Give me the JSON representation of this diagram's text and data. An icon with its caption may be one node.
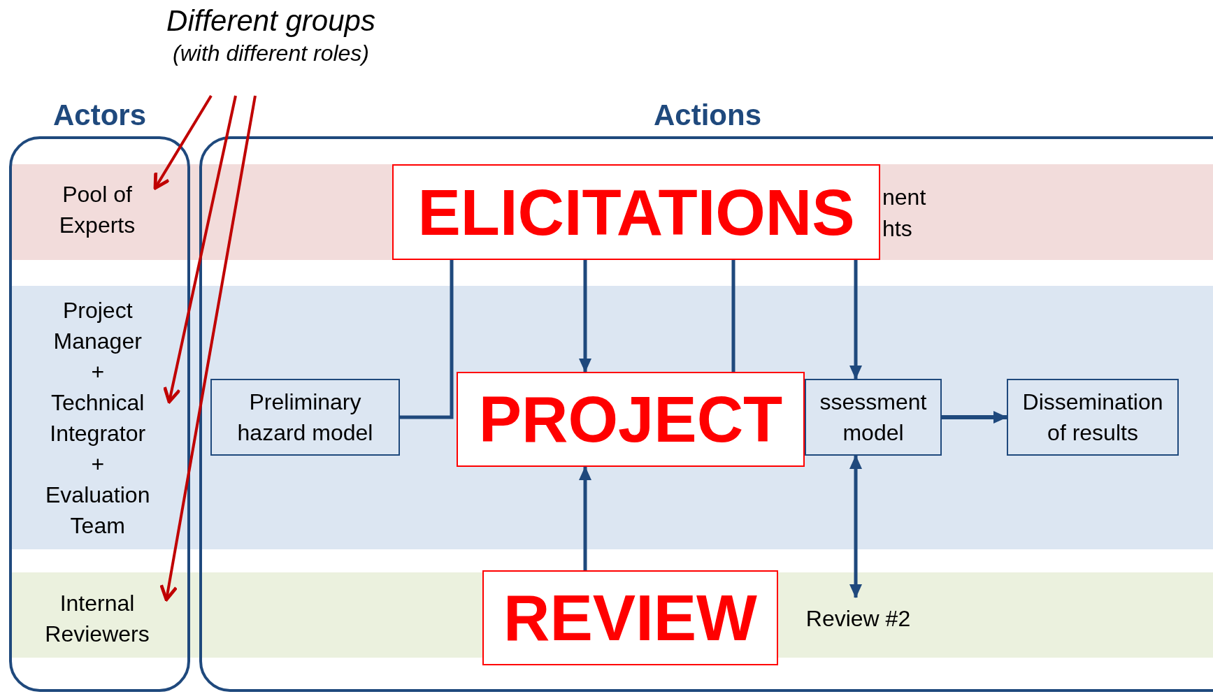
{
  "diagram": {
    "nodes": [
      {
        "text": [
          "Different groups",
          "(with different roles)"
        ]
      },
      {
        "text": [
          "Actors"
        ]
      },
      {
        "text": [
          "Pool of Experts"
        ],
        "in": 1
      },
      {
        "text": [
          "Project Manager + Technical Integrator + Evaluation Team"
        ],
        "in": 1
      },
      {
        "text": [
          "Internal Reviewers"
        ],
        "in": 1
      },
      {
        "text": [
          "Actions"
        ]
      },
      {
        "text": [
          "ELICITATIONS"
        ],
        "in": 5
      },
      {
        "text": [
          "Preliminary hazard model"
        ],
        "in": 5
      },
      {
        "text": [
          "PROJECT"
        ],
        "in": 5
      },
      {
        "text": [
          "ssessment model"
        ],
        "in": 5
      },
      {
        "text": [
          "Dissemination of results"
        ],
        "in": 5
      },
      {
        "text": [
          "REVIEW"
        ],
        "in": 5
      },
      {
        "text": [
          "Review #2"
        ],
        "in": 5
      }
    ],
    "edges": [
      {
        "from": 0,
        "to": 2,
        "arrow": "to",
        "color": "#c00000"
      },
      {
        "from": 0,
        "to": 3,
        "arrow": "to",
        "color": "#c00000"
      },
      {
        "from": 0,
        "to": 4,
        "arrow": "to",
        "color": "#c00000"
      },
      {
        "from": 6,
        "to": 7,
        "arrow": "none"
      },
      {
        "from": 6,
        "to": 8,
        "arrow": "to"
      },
      {
        "from": 6,
        "to": 8,
        "arrow": "none"
      },
      {
        "from": 6,
        "to": 9,
        "arrow": "to"
      },
      {
        "from": 9,
        "to": 10,
        "arrow": "to"
      },
      {
        "from": 11,
        "to": 8,
        "arrow": "to"
      },
      {
        "from": 9,
        "to": 12,
        "arrow": "both"
      }
    ],
    "labels": [
      "nent hts"
    ]
  }
}
